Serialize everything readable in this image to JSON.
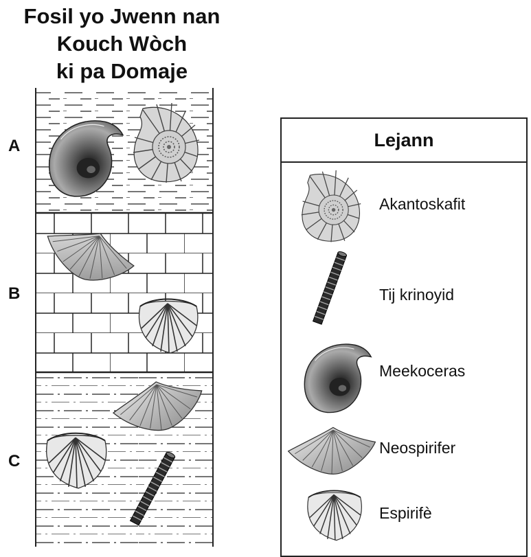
{
  "title": {
    "line1": "Fosil yo Jwenn nan",
    "line2": "Kouch Wòch",
    "line3": "ki pa Domaje"
  },
  "layers": [
    {
      "label": "A",
      "rock": "shale",
      "fossils": [
        "Meekoceras",
        "Akantoskafit"
      ]
    },
    {
      "label": "B",
      "rock": "limestone",
      "fossils": [
        "Neospirifer",
        "Espirifè"
      ]
    },
    {
      "label": "C",
      "rock": "siltstone",
      "fossils": [
        "Neospirifer",
        "Espirifè",
        "Tij krinoyid"
      ]
    }
  ],
  "legend": {
    "title": "Lejann",
    "items": [
      {
        "label": "Akantoskafit",
        "icon": "ammonite-ribbed-icon"
      },
      {
        "label": "Tij krinoyid",
        "icon": "crinoid-stem-icon"
      },
      {
        "label": "Meekoceras",
        "icon": "ammonite-smooth-icon"
      },
      {
        "label": "Neospirifer",
        "icon": "winged-brachiopod-icon"
      },
      {
        "label": "Espirifè",
        "icon": "brachiopod-icon"
      }
    ]
  }
}
